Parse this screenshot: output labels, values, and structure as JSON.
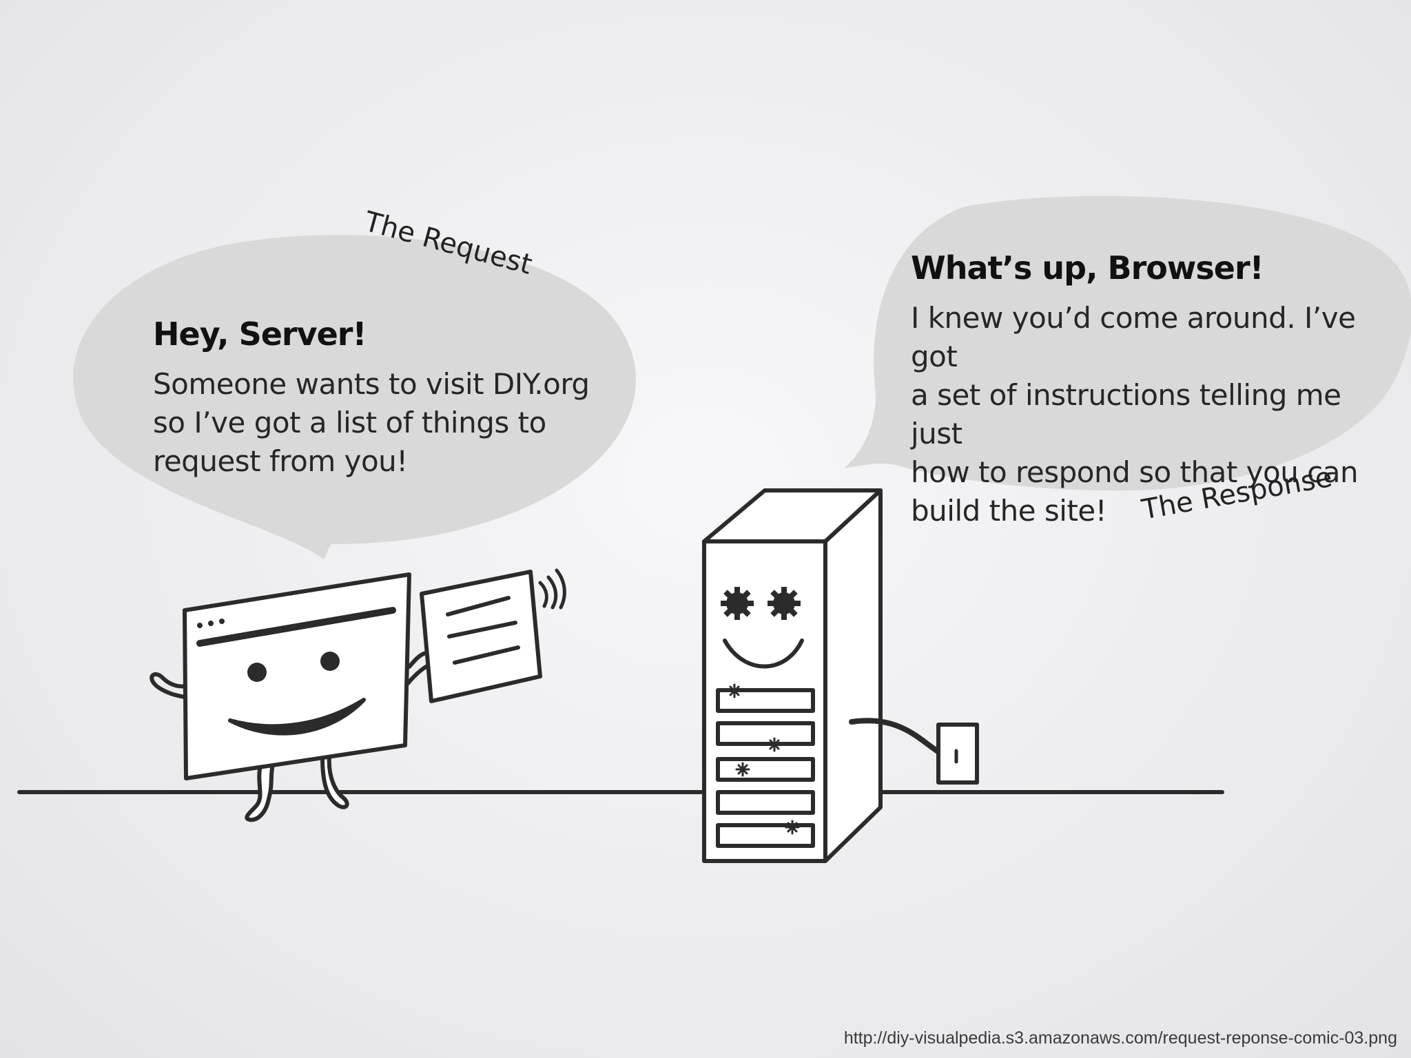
{
  "request_bubble": {
    "caption": "The Request",
    "title": "Hey, Server!",
    "body": "Someone wants to visit DIY.org\nso I’ve got a list of things to\nrequest from you!"
  },
  "response_bubble": {
    "caption": "The Response",
    "title": "What’s up, Browser!",
    "body": "I knew you’d come around. I’ve got\na set of instructions telling me just\nhow to respond so that you can\nbuild the site!"
  },
  "source_url": "http://diy-visualpedia.s3.amazonaws.com/request-reponse-comic-03.png",
  "colors": {
    "bubble_fill": "#d9d9d9",
    "line": "#2b2b2b",
    "figure_fill": "#ffffff"
  },
  "icons": [
    "browser-character",
    "server-character",
    "paper-sheet",
    "wall-outlet",
    "gear-icon"
  ]
}
